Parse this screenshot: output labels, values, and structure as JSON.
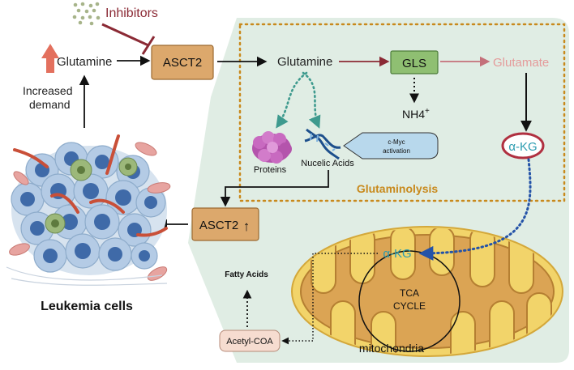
{
  "labels": {
    "inhibitors": "Inhibitors",
    "glutamine_left": "Glutamine",
    "increased_demand_1": "Increased",
    "increased_demand_2": "demand",
    "asct2_top": "ASCT2",
    "glutamine_right": "Glutamine",
    "gls": "GLS",
    "glutamate": "Glutamate",
    "nh4": "NH4",
    "nh4_sup": "+",
    "akg_top": "α-KG",
    "proteins": "Proteins",
    "nucleic_acids": "Nucelic Acids",
    "cmyc_1": "c-Myc",
    "cmyc_2": "activation",
    "glutaminolysis": "Glutaminolysis",
    "asct2_bottom": "ASCT2",
    "asct2_bottom_arrow": "↑",
    "akg_mito": "α-KG",
    "tca_1": "TCA",
    "tca_2": "CYCLE",
    "fatty_acids": "Fatty Acids",
    "acetyl_coa": "Acetyl-COA",
    "mitochondria": "mitochondria",
    "leukemia_cells": "Leukemia cells"
  },
  "colors": {
    "panel_bg": "#e0ede4",
    "dotted_box": "#c8891c",
    "transporter_fill": "#dca86c",
    "transporter_stroke": "#9b6a31",
    "gls_fill": "#8fbf72",
    "gls_stroke": "#4c7c3a",
    "inhibitor_color": "#8b2a35",
    "glutamate_color": "#e49a9a",
    "akg_ring": "#b03040",
    "akg_text": "#2b9cb0",
    "teal_arrow": "#3e9a8e",
    "blue_arrow": "#2453a8",
    "mito_outer": "#f2d46a",
    "mito_inner": "#dba454",
    "cmyc_fill": "#b8d8ec",
    "acetyl_fill": "#f6dcd0",
    "protein_color": "#c86ac0",
    "up_arrow": "#e3705e"
  }
}
